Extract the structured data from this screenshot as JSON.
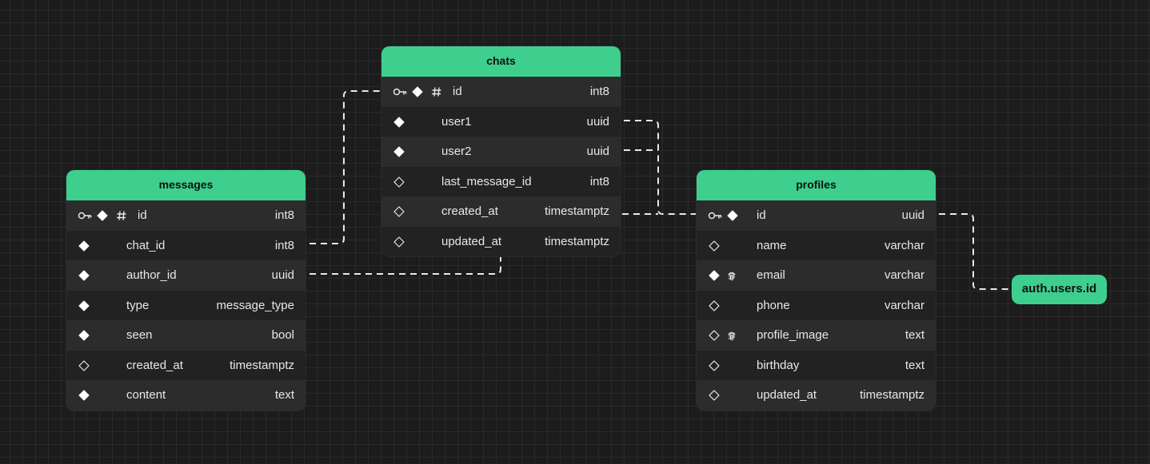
{
  "diagram": {
    "tables": {
      "chats": {
        "title": "chats",
        "columns": [
          {
            "name": "id",
            "type": "int8",
            "primary_key": true,
            "identity": true,
            "nullable": false
          },
          {
            "name": "user1",
            "type": "uuid",
            "nullable": false
          },
          {
            "name": "user2",
            "type": "uuid",
            "nullable": false
          },
          {
            "name": "last_message_id",
            "type": "int8",
            "nullable": true
          },
          {
            "name": "created_at",
            "type": "timestamptz",
            "nullable": true
          },
          {
            "name": "updated_at",
            "type": "timestamptz",
            "nullable": true
          }
        ]
      },
      "messages": {
        "title": "messages",
        "columns": [
          {
            "name": "id",
            "type": "int8",
            "primary_key": true,
            "identity": true,
            "nullable": false
          },
          {
            "name": "chat_id",
            "type": "int8",
            "nullable": false
          },
          {
            "name": "author_id",
            "type": "uuid",
            "nullable": false
          },
          {
            "name": "type",
            "type": "message_type",
            "nullable": false
          },
          {
            "name": "seen",
            "type": "bool",
            "nullable": false
          },
          {
            "name": "created_at",
            "type": "timestamptz",
            "nullable": true
          },
          {
            "name": "content",
            "type": "text",
            "nullable": false
          }
        ]
      },
      "profiles": {
        "title": "profiles",
        "columns": [
          {
            "name": "id",
            "type": "uuid",
            "primary_key": true,
            "nullable": false
          },
          {
            "name": "name",
            "type": "varchar",
            "nullable": true
          },
          {
            "name": "email",
            "type": "varchar",
            "nullable": false,
            "unique": true
          },
          {
            "name": "phone",
            "type": "varchar",
            "nullable": true
          },
          {
            "name": "profile_image",
            "type": "text",
            "nullable": true,
            "unique": true
          },
          {
            "name": "birthday",
            "type": "text",
            "nullable": true
          },
          {
            "name": "updated_at",
            "type": "timestamptz",
            "nullable": true
          }
        ]
      }
    },
    "external_node": {
      "label": "auth.users.id"
    },
    "relations": [
      {
        "from": "messages.chat_id",
        "to": "chats.id"
      },
      {
        "from": "messages.author_id",
        "to": "profiles.id"
      },
      {
        "from": "chats.user1",
        "to": "profiles.id"
      },
      {
        "from": "chats.user2",
        "to": "profiles.id"
      },
      {
        "from": "profiles.id",
        "to": "auth.users.id"
      }
    ],
    "colors": {
      "header": "#3ecf8e",
      "background": "#1c1c1c",
      "row_odd": "#2c2c2c",
      "row_even": "#222222",
      "text": "#e8e8e8",
      "connector": "#e8e8e8"
    },
    "icon_legend": {
      "key-icon": "primary key",
      "filled-diamond-icon": "non-nullable",
      "outline-diamond-icon": "nullable",
      "hash-icon": "identity",
      "fingerprint-icon": "unique"
    }
  }
}
